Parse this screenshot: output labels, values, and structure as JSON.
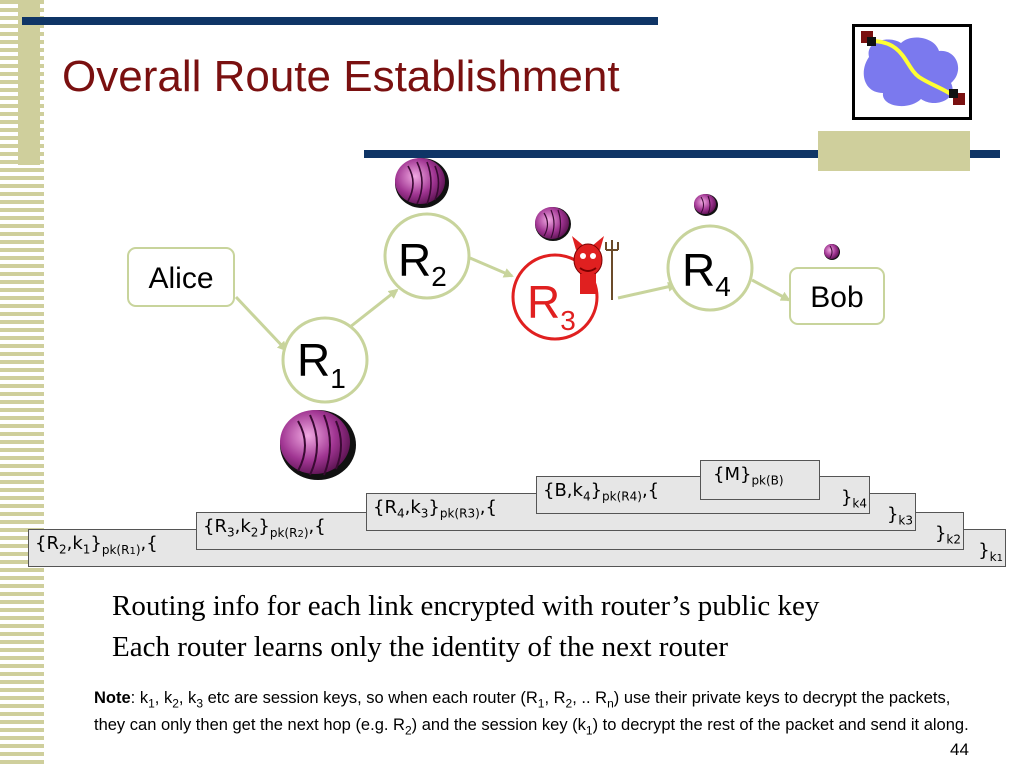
{
  "title": "Overall Route Establishment",
  "nodes": {
    "alice": "Alice",
    "bob": "Bob",
    "r1": {
      "letter": "R",
      "sub": "1"
    },
    "r2": {
      "letter": "R",
      "sub": "2"
    },
    "r3": {
      "letter": "R",
      "sub": "3"
    },
    "r4": {
      "letter": "R",
      "sub": "4"
    }
  },
  "packet": {
    "layer1": {
      "left": [
        "{R",
        "2",
        ",k",
        "1",
        "}",
        "pk(R",
        "1",
        ")",
        ",{"
      ],
      "right": [
        "}",
        "k",
        "1"
      ]
    },
    "layer2": {
      "left": [
        "{R",
        "3",
        ",k",
        "2",
        "}",
        "pk(R",
        "2",
        ")",
        ",{"
      ],
      "right": [
        "}",
        "k2"
      ]
    },
    "layer3": {
      "left": [
        "{R",
        "4",
        ",k",
        "3",
        "}",
        "pk(R3)",
        ",{"
      ],
      "right": [
        "}",
        "k3"
      ]
    },
    "layer4": {
      "left": [
        "{B,k",
        "4",
        "}",
        "pk(R4)",
        ",{"
      ],
      "right": [
        "}",
        "k4"
      ]
    },
    "layer5": {
      "left": [
        "{M}",
        "pk(B)"
      ]
    }
  },
  "captions": {
    "line1": "Routing info for each link encrypted with router’s public key",
    "line2": "Each router learns only the identity of the next router"
  },
  "note": {
    "bold": "Note",
    "t1": ": k",
    "s1": "1",
    "t2": ", k",
    "s2": "2",
    "t3": ", k",
    "s3": "3",
    "t4": " etc are session keys, so when each router (R",
    "s4": "1",
    "t5": ", R",
    "s5": "2",
    "t6": ", .. R",
    "s6": "n",
    "t7": ")  use their private keys to decrypt the packets, they can only then get  the next hop (e.g. R",
    "s7": "2",
    "t8": ") and the session key (k",
    "s8": "1",
    "t9": ") to decrypt the rest of the packet and send it along."
  },
  "page_number": "44",
  "colors": {
    "title": "#7a1010",
    "node_border": "#c8d49c",
    "compromised": "#e02020",
    "onion": "#9b2a8a",
    "bar": "#0f3566",
    "tan": "#cfcf9c"
  }
}
